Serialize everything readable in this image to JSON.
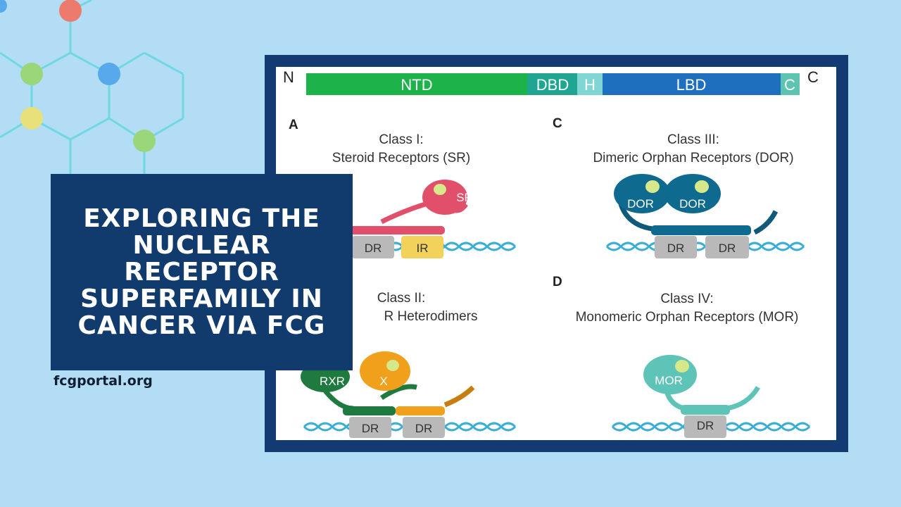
{
  "title": "Exploring the Nuclear Receptor Superfamily in Cancer via FCG",
  "site": "fcgportal.org",
  "colors": {
    "background": "#b3ddf5",
    "frame": "#133a72",
    "title_box": "#113a6d",
    "ntd": "#1db34a",
    "dbd": "#1fa592",
    "hinge": "#7fd6d4",
    "lbd": "#1f6fbf",
    "cterm": "#5ec4b2",
    "sr": "#e24f6b",
    "ir": "#f2d25a",
    "dor": "#0f6a8f",
    "rxr": "#1f7a3f",
    "x": "#f0a01a",
    "mor": "#5fc4b8",
    "dr_box": "#b9b9b9",
    "dna": "#3aaed6",
    "ligand": "#d6e88a"
  },
  "diagram": {
    "domain_bar": {
      "n_label": "N",
      "c_label": "C",
      "segments": [
        "NTD",
        "DBD",
        "H",
        "LBD",
        "C"
      ]
    },
    "panels": [
      {
        "letter": "A",
        "class_label": "Class I:",
        "class_name": "Steroid Receptors (SR)",
        "receptor_labels": [
          "SR"
        ],
        "dna_labels": [
          "DR",
          "IR"
        ]
      },
      {
        "letter": "",
        "class_label": "Class II:",
        "class_name": "R Heterodimers",
        "receptor_labels": [
          "RXR",
          "X"
        ],
        "dna_labels": [
          "DR",
          "DR"
        ]
      },
      {
        "letter": "C",
        "class_label": "Class III:",
        "class_name": "Dimeric Orphan Receptors (DOR)",
        "receptor_labels": [
          "DOR",
          "DOR"
        ],
        "dna_labels": [
          "DR",
          "DR"
        ]
      },
      {
        "letter": "D",
        "class_label": "Class IV:",
        "class_name": "Monomeric Orphan Receptors (MOR)",
        "receptor_labels": [
          "MOR"
        ],
        "dna_labels": [
          "DR"
        ]
      }
    ]
  }
}
